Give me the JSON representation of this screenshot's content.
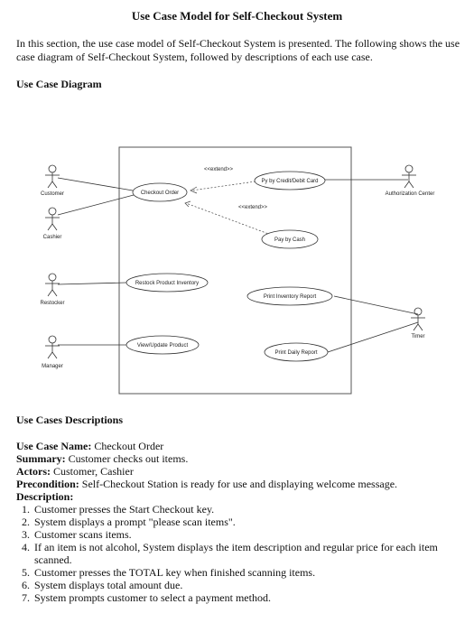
{
  "title": "Use Case Model for Self-Checkout System",
  "intro": "In this section, the use case model of Self-Checkout System is presented. The following shows the use case diagram of Self-Checkout System, followed by descriptions of each use case.",
  "section_diagram": "Use Case Diagram",
  "diagram": {
    "actors": [
      "Customer",
      "Cashier",
      "Restocker",
      "Manager",
      "Authorization Center",
      "Timer"
    ],
    "use_cases": [
      "Checkout Order",
      "Py by Credit/Debit Card",
      "Pay by Cash",
      "Restock Product Inventory",
      "Print Inventory Report",
      "View/Update Product",
      "Print Daily Report"
    ],
    "extend_label": "<<extend>>"
  },
  "section_desc": "Use Cases Descriptions",
  "usecase": {
    "name_label": "Use Case Name:",
    "name": "Checkout Order",
    "summary_label": "Summary:",
    "summary": "Customer checks out items.",
    "actors_label": "Actors:",
    "actors": "Customer, Cashier",
    "precondition_label": "Precondition:",
    "precondition": "Self-Checkout Station is ready for use and displaying welcome message.",
    "description_label": "Description:",
    "steps": [
      "Customer presses the Start Checkout key.",
      "System displays a prompt \"please scan items\".",
      "Customer scans items.",
      "If an item is not alcohol, System displays the item description and regular price for each item scanned.",
      "Customer presses the TOTAL key when finished scanning items.",
      "System displays total amount due.",
      "System prompts customer to select a payment method."
    ]
  }
}
